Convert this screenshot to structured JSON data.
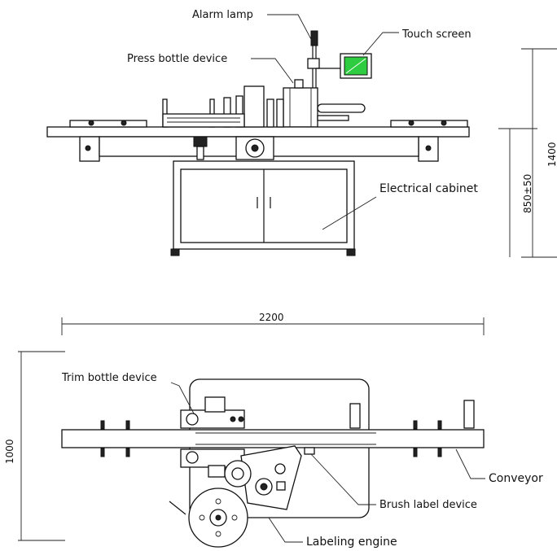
{
  "labels": {
    "alarm_lamp": "Alarm lamp",
    "touch_screen": "Touch screen",
    "press_bottle_device": "Press bottle device",
    "electrical_cabinet": "Electrical cabinet",
    "trim_bottle_device": "Trim bottle device",
    "conveyor": "Conveyor",
    "brush_label_device": "Brush label device",
    "labeling_engine": "Labeling engine"
  },
  "dimensions": {
    "total_height": "1400",
    "cabinet_height": "850±50",
    "length": "2200",
    "width": "1000"
  },
  "colors": {
    "touch_screen_fill": "#2ecc40",
    "line": "#111111"
  }
}
